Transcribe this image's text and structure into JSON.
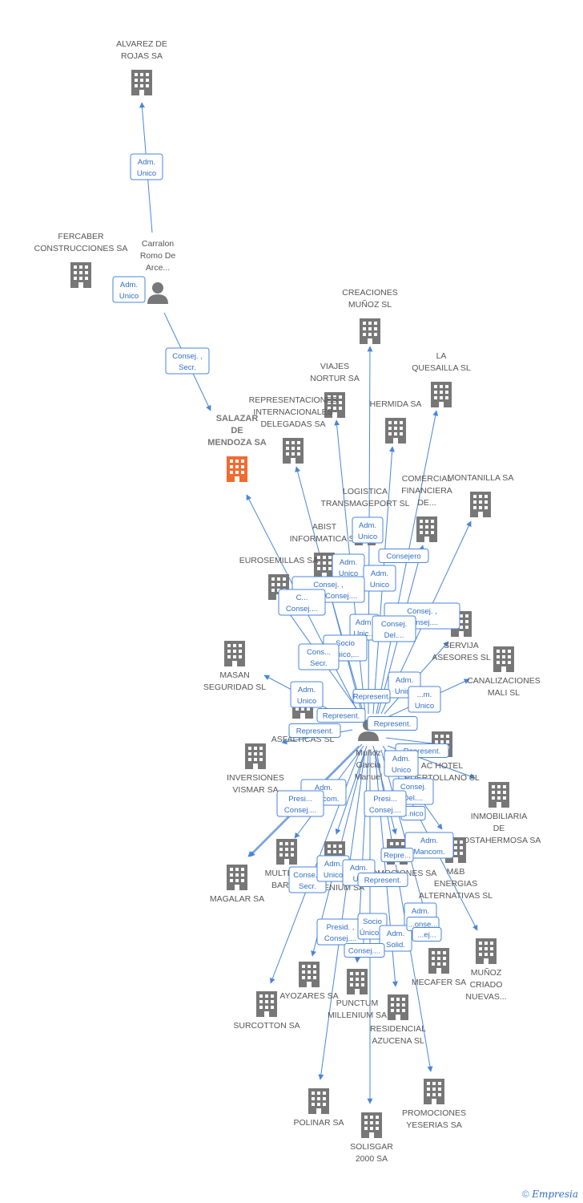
{
  "nodes": [
    {
      "id": "alvarez",
      "type": "company",
      "label": [
        "ALVAREZ DE",
        "ROJAS SA"
      ]
    },
    {
      "id": "carralon",
      "type": "person",
      "label": [
        "Carralon",
        "Romo De",
        "Arce..."
      ]
    },
    {
      "id": "fercaber",
      "type": "company",
      "label": [
        "FERCABER",
        "CONSTRUCCIONES SA"
      ]
    },
    {
      "id": "salazar",
      "type": "company-focus",
      "label": [
        "SALAZAR",
        "DE",
        "MENDOZA SA"
      ]
    },
    {
      "id": "creaciones",
      "type": "company",
      "label": [
        "CREACIONES",
        "MUÑOZ SL"
      ]
    },
    {
      "id": "viajes",
      "type": "company",
      "label": [
        "VIAJES",
        "NORTUR SA"
      ]
    },
    {
      "id": "laquesailla",
      "type": "company",
      "label": [
        "LA",
        "QUESAILLA SL"
      ]
    },
    {
      "id": "representaciones",
      "type": "company",
      "label": [
        "REPRESENTACIONES",
        "INTERNACIONALES",
        "DELEGADAS SA"
      ]
    },
    {
      "id": "hermida",
      "type": "company",
      "label": [
        "HERMIDA SA"
      ]
    },
    {
      "id": "comercial",
      "type": "company",
      "label": [
        "COMERCIAL",
        "FINANCIERA",
        "DE..."
      ]
    },
    {
      "id": "montanilla",
      "type": "company",
      "label": [
        "MONTANILLA SA"
      ]
    },
    {
      "id": "logistica",
      "type": "company",
      "label": [
        "LOGISTICA",
        "TRANSMAGEPORT SL"
      ]
    },
    {
      "id": "abist",
      "type": "company",
      "label": [
        "ABIST",
        "INFORMATICA SL"
      ]
    },
    {
      "id": "eurosemillas",
      "type": "company",
      "label": [
        "EUROSEMILLAS SA"
      ]
    },
    {
      "id": "servija",
      "type": "company",
      "label": [
        "SERVIJA",
        "ASESORES SL"
      ]
    },
    {
      "id": "canalizaciones",
      "type": "company",
      "label": [
        "CANALIZACIONES",
        "MALI SL"
      ]
    },
    {
      "id": "masan",
      "type": "company",
      "label": [
        "MASAN",
        "SEGURIDAD SL"
      ]
    },
    {
      "id": "innova",
      "type": "company",
      "label": [
        "INNO...",
        "ASFALTICAS SL"
      ]
    },
    {
      "id": "munoz",
      "type": "person",
      "label": [
        "Muñoz",
        "Garcia",
        "Manuel"
      ]
    },
    {
      "id": "achotel",
      "type": "company",
      "label": [
        "AC HOTEL",
        "PUERTOLLANO SL"
      ]
    },
    {
      "id": "inversiones",
      "type": "company",
      "label": [
        "INVERSIONES",
        "VISMAR SA"
      ]
    },
    {
      "id": "inmobiliaria",
      "type": "company",
      "label": [
        "INMOBILIARIA",
        "DE",
        "COSTAHERMOSA SA"
      ]
    },
    {
      "id": "multigest",
      "type": "company",
      "label": [
        "MULTIGE...",
        "BARD..."
      ]
    },
    {
      "id": "magalar",
      "type": "company",
      "label": [
        "MAGALAR SA"
      ]
    },
    {
      "id": "punctum1",
      "type": "company",
      "label": [
        "...CTUM",
        "MILLENIUM SA"
      ]
    },
    {
      "id": "promociones1",
      "type": "company",
      "label": [
        "...ROMOCIONES SA"
      ]
    },
    {
      "id": "mb",
      "type": "company",
      "label": [
        "M&B",
        "ENERGIAS",
        "ALTERNATIVAS SL"
      ]
    },
    {
      "id": "mecafer",
      "type": "company",
      "label": [
        "MECAFER SA"
      ]
    },
    {
      "id": "munozcriado",
      "type": "company",
      "label": [
        "MUÑOZ",
        "CRIADO",
        "NUEVAS..."
      ]
    },
    {
      "id": "ayozares",
      "type": "company",
      "label": [
        "AYOZARES SA"
      ]
    },
    {
      "id": "surcotton",
      "type": "company",
      "label": [
        "SURCOTTON SA"
      ]
    },
    {
      "id": "punctum2",
      "type": "company",
      "label": [
        "PUNCTUM",
        "MILLENIUM SA"
      ]
    },
    {
      "id": "residencial",
      "type": "company",
      "label": [
        "RESIDENCIAL",
        "AZUCENA SL"
      ]
    },
    {
      "id": "polinar",
      "type": "company",
      "label": [
        "POLINAR SA"
      ]
    },
    {
      "id": "solisgar",
      "type": "company",
      "label": [
        "SOLISGAR",
        "2000 SA"
      ]
    },
    {
      "id": "promociones2",
      "type": "company",
      "label": [
        "PROMOCIONES",
        "YESERIAS SA"
      ]
    }
  ],
  "relations": [
    {
      "id": "r1",
      "lines": [
        "Adm.",
        "Unico"
      ]
    },
    {
      "id": "r2",
      "lines": [
        "Adm.",
        "Unico"
      ]
    },
    {
      "id": "r3",
      "lines": [
        "Consej. ,",
        "Secr."
      ]
    },
    {
      "id": "r4",
      "lines": [
        "Adm.",
        "Unico"
      ]
    },
    {
      "id": "r5",
      "lines": [
        "Consejero"
      ]
    },
    {
      "id": "r6",
      "lines": [
        "Adm.",
        "Unico"
      ]
    },
    {
      "id": "r7",
      "lines": [
        "Adm.",
        "Unico"
      ]
    },
    {
      "id": "r8",
      "lines": [
        "Consej. ,",
        "Presid.,Consej...."
      ]
    },
    {
      "id": "r9",
      "lines": [
        "C...",
        "Consej...."
      ]
    },
    {
      "id": "r10",
      "lines": [
        "Consej. ,",
        "Consej...."
      ]
    },
    {
      "id": "r11",
      "lines": [
        "Adm.",
        "Unic..."
      ]
    },
    {
      "id": "r12",
      "lines": [
        "Consej.",
        "Del...."
      ]
    },
    {
      "id": "r13",
      "lines": [
        "Socio",
        "Único,..."
      ]
    },
    {
      "id": "r14",
      "lines": [
        "Cons...",
        "Secr."
      ]
    },
    {
      "id": "r15",
      "lines": [
        "Adm.",
        "Unico"
      ]
    },
    {
      "id": "r16",
      "lines": [
        "Adm.",
        "Unico"
      ]
    },
    {
      "id": "r17",
      "lines": [
        "...m.",
        "Unico"
      ]
    },
    {
      "id": "r18",
      "lines": [
        "Represent."
      ]
    },
    {
      "id": "r19",
      "lines": [
        "Represent."
      ]
    },
    {
      "id": "r20",
      "lines": [
        "Represent."
      ]
    },
    {
      "id": "r21",
      "lines": [
        "Represent."
      ]
    },
    {
      "id": "r22",
      "lines": [
        "Represent."
      ]
    },
    {
      "id": "r23",
      "lines": [
        "Adm.",
        "Unico"
      ]
    },
    {
      "id": "r24",
      "lines": [
        "Consej.",
        "Del...."
      ]
    },
    {
      "id": "r25",
      "lines": [
        "...nico"
      ]
    },
    {
      "id": "r26",
      "lines": [
        "Adm.",
        "Mancom."
      ]
    },
    {
      "id": "r27",
      "lines": [
        "Presi...",
        "Consej...."
      ]
    },
    {
      "id": "r28",
      "lines": [
        "Presi...",
        "Consej...."
      ]
    },
    {
      "id": "r29",
      "lines": [
        "Adm.",
        "Mancom."
      ]
    },
    {
      "id": "r30",
      "lines": [
        "Repre..."
      ]
    },
    {
      "id": "r31",
      "lines": [
        "Conse...",
        "Secr."
      ]
    },
    {
      "id": "r32",
      "lines": [
        "Adm.",
        "Unico"
      ]
    },
    {
      "id": "r33",
      "lines": [
        "Adm.",
        "U..."
      ]
    },
    {
      "id": "r34",
      "lines": [
        "Represent."
      ]
    },
    {
      "id": "r35",
      "lines": [
        "Adm.",
        "Unico"
      ]
    },
    {
      "id": "r36",
      "lines": [
        "Presid. ,",
        "Consej...."
      ]
    },
    {
      "id": "r37",
      "lines": [
        "Socio",
        "Único..."
      ]
    },
    {
      "id": "r38",
      "lines": [
        "Adm.",
        "Solid."
      ]
    },
    {
      "id": "r39",
      "lines": [
        "Consej...."
      ]
    },
    {
      "id": "r40",
      "lines": [
        "...onse..."
      ]
    },
    {
      "id": "r41",
      "lines": [
        "...ej..."
      ]
    }
  ],
  "footer": {
    "copyright": "©",
    "brand": "Empresia"
  }
}
